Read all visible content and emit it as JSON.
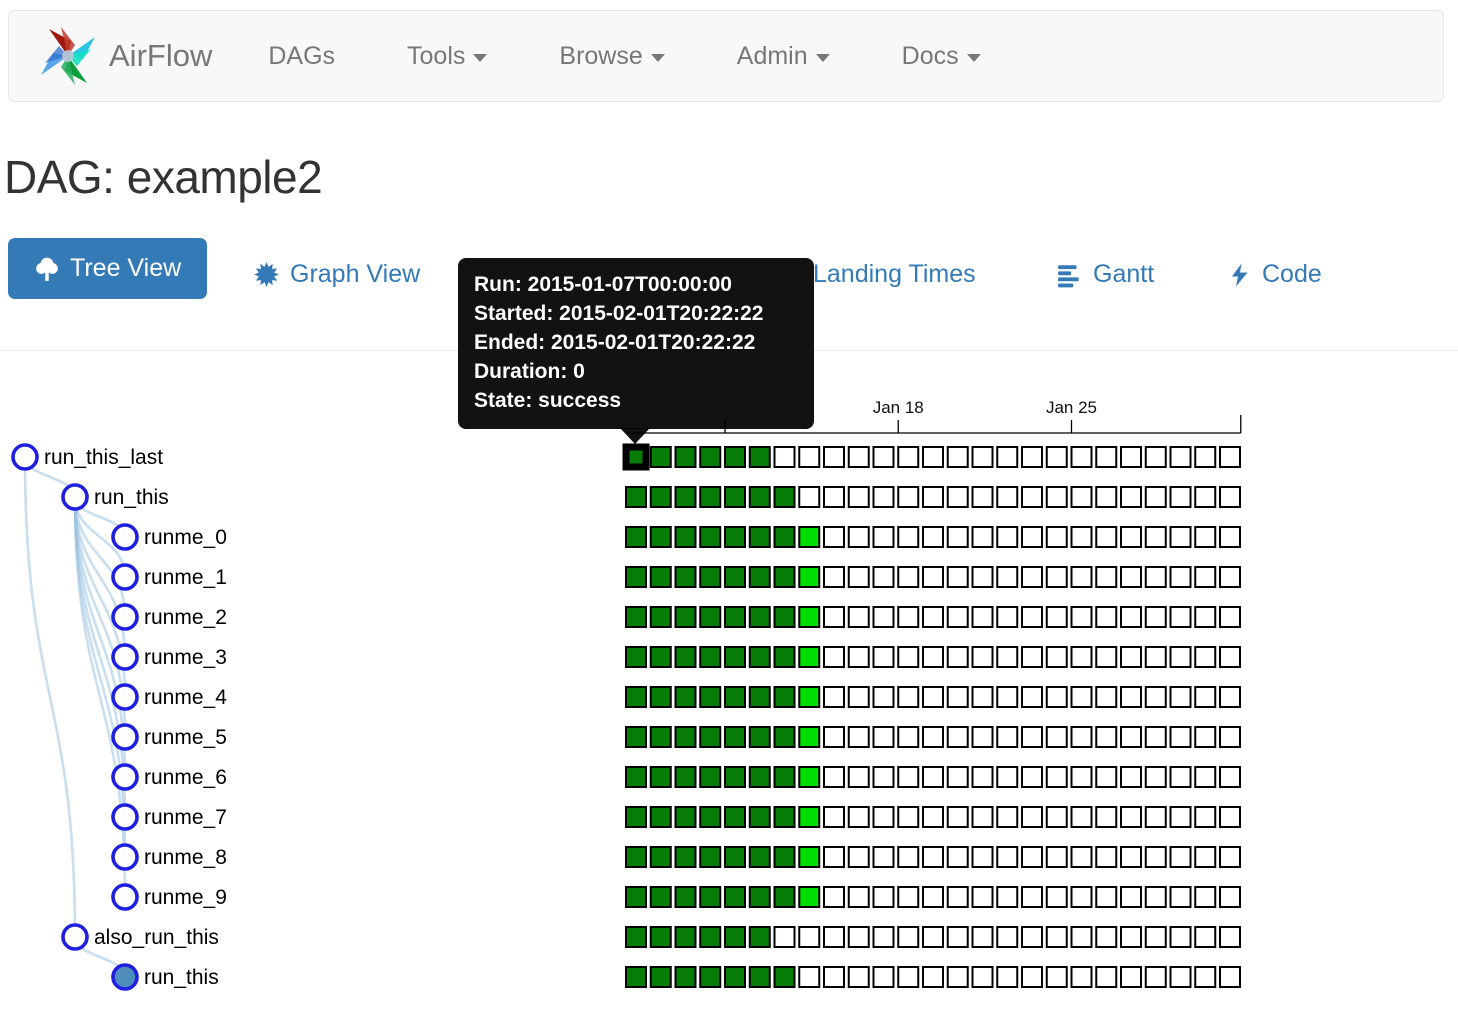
{
  "navbar": {
    "brand": "AirFlow",
    "logo_colors": {
      "red": "#9e1b13",
      "cyan": "#29c5e6",
      "teal": "#14e1c0",
      "green": "#089f3a",
      "light_blue": "#59a7e8",
      "dark_blue": "#2f6fce"
    },
    "items": [
      {
        "label": "DAGs",
        "dropdown": false
      },
      {
        "label": "Tools",
        "dropdown": true
      },
      {
        "label": "Browse",
        "dropdown": true
      },
      {
        "label": "Admin",
        "dropdown": true
      },
      {
        "label": "Docs",
        "dropdown": true
      }
    ]
  },
  "page": {
    "title": "DAG: example2"
  },
  "tabs": [
    {
      "label": "Tree View",
      "icon": "tree-icon",
      "active": true
    },
    {
      "label": "Graph View",
      "icon": "burst-icon",
      "active": false
    },
    {
      "label": "Landing Times",
      "icon": null,
      "active": false
    },
    {
      "label": "Gantt",
      "icon": "align-left-icon",
      "active": false
    },
    {
      "label": "Code",
      "icon": "flash-icon",
      "active": false
    }
  ],
  "tooltip": {
    "lines": [
      "Run: 2015-01-07T00:00:00",
      "Started: 2015-02-01T20:22:22",
      "Ended: 2015-02-01T20:22:22",
      "Duration: 0",
      "State: success"
    ]
  },
  "colors": {
    "accent_blue": "#337ab7",
    "node_stroke": "#1f1fe0",
    "node_fill_open": "#ffffff",
    "node_fill_collapsed": "#4f8ebc",
    "link": "#9cc3e0",
    "success": "#077d07",
    "running": "#00dd00",
    "none": "#ffffff",
    "cell_border": "#000000"
  },
  "chart_data": {
    "type": "tree-grid",
    "columns_total": 25,
    "first_column_run": "2015-01-07T00:00:00",
    "x_axis": {
      "ticks": [
        {
          "day_index": 4,
          "label": ""
        },
        {
          "day_index": 11,
          "label": "Jan 18"
        },
        {
          "day_index": 18,
          "label": "Jan 25"
        }
      ]
    },
    "rows": [
      {
        "task": "run_this_last",
        "depth": 0,
        "node": "open",
        "success": 6,
        "running": 0,
        "highlight_first": true
      },
      {
        "task": "run_this",
        "depth": 1,
        "node": "open",
        "success": 7,
        "running": 0
      },
      {
        "task": "runme_0",
        "depth": 2,
        "node": "open",
        "success": 7,
        "running": 1
      },
      {
        "task": "runme_1",
        "depth": 2,
        "node": "open",
        "success": 7,
        "running": 1
      },
      {
        "task": "runme_2",
        "depth": 2,
        "node": "open",
        "success": 7,
        "running": 1
      },
      {
        "task": "runme_3",
        "depth": 2,
        "node": "open",
        "success": 7,
        "running": 1
      },
      {
        "task": "runme_4",
        "depth": 2,
        "node": "open",
        "success": 7,
        "running": 1
      },
      {
        "task": "runme_5",
        "depth": 2,
        "node": "open",
        "success": 7,
        "running": 1
      },
      {
        "task": "runme_6",
        "depth": 2,
        "node": "open",
        "success": 7,
        "running": 1
      },
      {
        "task": "runme_7",
        "depth": 2,
        "node": "open",
        "success": 7,
        "running": 1
      },
      {
        "task": "runme_8",
        "depth": 2,
        "node": "open",
        "success": 7,
        "running": 1
      },
      {
        "task": "runme_9",
        "depth": 2,
        "node": "open",
        "success": 7,
        "running": 1
      },
      {
        "task": "also_run_this",
        "depth": 1,
        "node": "open",
        "success": 6,
        "running": 0
      },
      {
        "task": "run_this",
        "depth": 2,
        "node": "collapsed",
        "success": 7,
        "running": 0
      }
    ],
    "links": [
      [
        0,
        1
      ],
      [
        1,
        2
      ],
      [
        1,
        3
      ],
      [
        1,
        4
      ],
      [
        1,
        5
      ],
      [
        1,
        6
      ],
      [
        1,
        7
      ],
      [
        1,
        8
      ],
      [
        1,
        9
      ],
      [
        1,
        10
      ],
      [
        1,
        11
      ],
      [
        0,
        12
      ],
      [
        12,
        13
      ]
    ]
  }
}
